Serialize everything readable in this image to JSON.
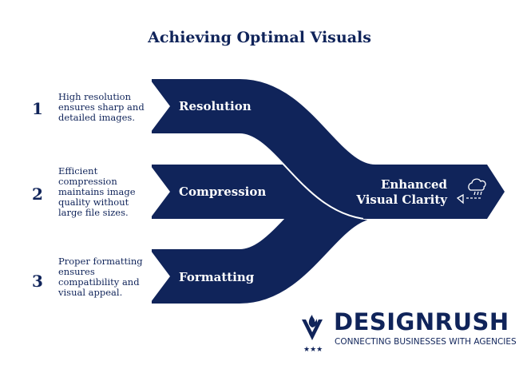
{
  "title": "Achieving Optimal Visuals",
  "items": [
    {
      "number": "1",
      "description": "High resolution ensures sharp and detailed images.",
      "label": "Resolution"
    },
    {
      "number": "2",
      "description": "Efficient compression maintains image quality without large file sizes.",
      "label": "Compression"
    },
    {
      "number": "3",
      "description": "Proper formatting ensures compatibility and visual appeal.",
      "label": "Formatting"
    }
  ],
  "result": {
    "line1": "Enhanced",
    "line2": "Visual Clarity",
    "icon": "rain-cloud-icon"
  },
  "brand": {
    "name": "DESIGNRUSH",
    "tagline": "CONNECTING BUSINESSES WITH AGENCIES"
  },
  "colors": {
    "navy": "#10245a"
  }
}
